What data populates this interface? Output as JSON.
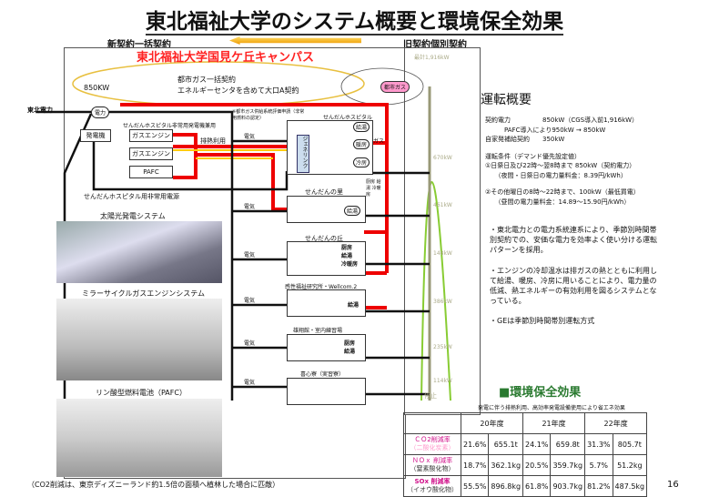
{
  "title": "東北福祉大学のシステム概要と環境保全効果",
  "new_contract": "新契約一括契約",
  "old_contract": "旧契約個別契約",
  "campus": "東北福祉大学国見ケ丘キャンパス",
  "gas_contract": [
    "都市ガス一括契約",
    "エネルギーセンタを含めて大口A契約"
  ],
  "kw850": "850KW",
  "tohoku_power": "東北電力",
  "power_node": "電力",
  "generator": "発電機",
  "city_gas": "都市ガス",
  "hospital_emergency": "せんだんホスピタル非常用発電機兼用",
  "gas_engine": "ガスエンジン",
  "pafc": "PAFC",
  "heat_use": "排熱利用",
  "hospital_emergency_power": "せんだんホスピタル用非常用電源",
  "note": "※都市ガス供給系統評価申請（非常用燃料の認定）",
  "electricity": "電気",
  "gas": "ガス",
  "hospital": "せんだんホスピタル",
  "genelink": "ジェネリンク",
  "hot_water": "給湯",
  "heating": "暖房",
  "cooling": "冷房",
  "sato": "せんだんの里",
  "sato_uses": "厨房 給湯 冷暖房",
  "buildings": [
    {
      "name": "せんだんの丘",
      "uses": [
        "厨房",
        "給湯",
        "冷暖房"
      ]
    },
    {
      "name": "感性福祉研究所・Wellcom.2",
      "uses": [
        "給湯"
      ]
    },
    {
      "name": "雄翔館・室内練習場",
      "uses": [
        "厨房",
        "給湯"
      ]
    },
    {
      "name": "喜心寮（実習寮）",
      "uses": []
    }
  ],
  "solar": "太陽光発電システム",
  "miller": "ミラーサイクルガスエンジンシステム",
  "pafc_label": "リン酸型燃料電池（PAFC）",
  "co2_note": "（CO2削減は、東京ディズニーランド約1.5倍の面積へ植林した場合に匹敵）",
  "old_levels": [
    "最計1,916kW",
    "670kW",
    "461kW",
    "148kW",
    "386kW",
    "235kW",
    "114kW",
    "停止"
  ],
  "op_title": "運転概要",
  "op_lines": [
    "契約電力　　　　　850kW（CGS導入前1,916kW）",
    "　　　PAFC導入により950kW → 850kW",
    "自家発補給契約　　350kW",
    "",
    "運転条件（デマンド優先設定値）",
    "①日祭日及び22時～翌8時まで 850kW（契約電力）",
    "　　（夜間・日祭日の電力量料金：8.39円/kWh）",
    "",
    "②その他曜日の8時～22時まで、100kW（最低買電）",
    "　　（昼間の電力量料金：14.89～15.90円/kWh）"
  ],
  "bullets": [
    "・東北電力との電力系統連系により、季節別時間帯別契約での、安価な電力を効率よく使い分ける運転パターンを採用。",
    "・エンジンの冷却温水は排ガスの熱とともに利用して給湯、暖房、冷房に用いることにより、電力量の低減、熱エネルギーの有効利用を図るシステムとなっている。",
    "・GEは季節別時間帯別運転方式"
  ],
  "env_title": "■環境保全効果",
  "env_sub": "発電に伴う排熱利用、高効率発電設備使用により省エネ効果",
  "env_table": {
    "years": [
      "20年度",
      "21年度",
      "22年度"
    ],
    "rows": [
      {
        "label": "ＣＯ2削減率",
        "sub": "（二酸化炭素）",
        "cells": [
          "21.6%",
          "655.1t",
          "24.1%",
          "659.8t",
          "31.3%",
          "805.7t"
        ]
      },
      {
        "label": "ＮＯｘ 削減率",
        "sub": "（窒素酸化物）",
        "cells": [
          "18.7%",
          "362.1kg",
          "20.5%",
          "359.7kg",
          "5.7%",
          "51.2kg"
        ]
      },
      {
        "label": "SOx 削減率",
        "sub": "（イオウ酸化物）",
        "cells": [
          "55.5%",
          "896.8kg",
          "61.8%",
          "903.7kg",
          "81.2%",
          "487.5kg"
        ]
      }
    ]
  },
  "page": "16"
}
